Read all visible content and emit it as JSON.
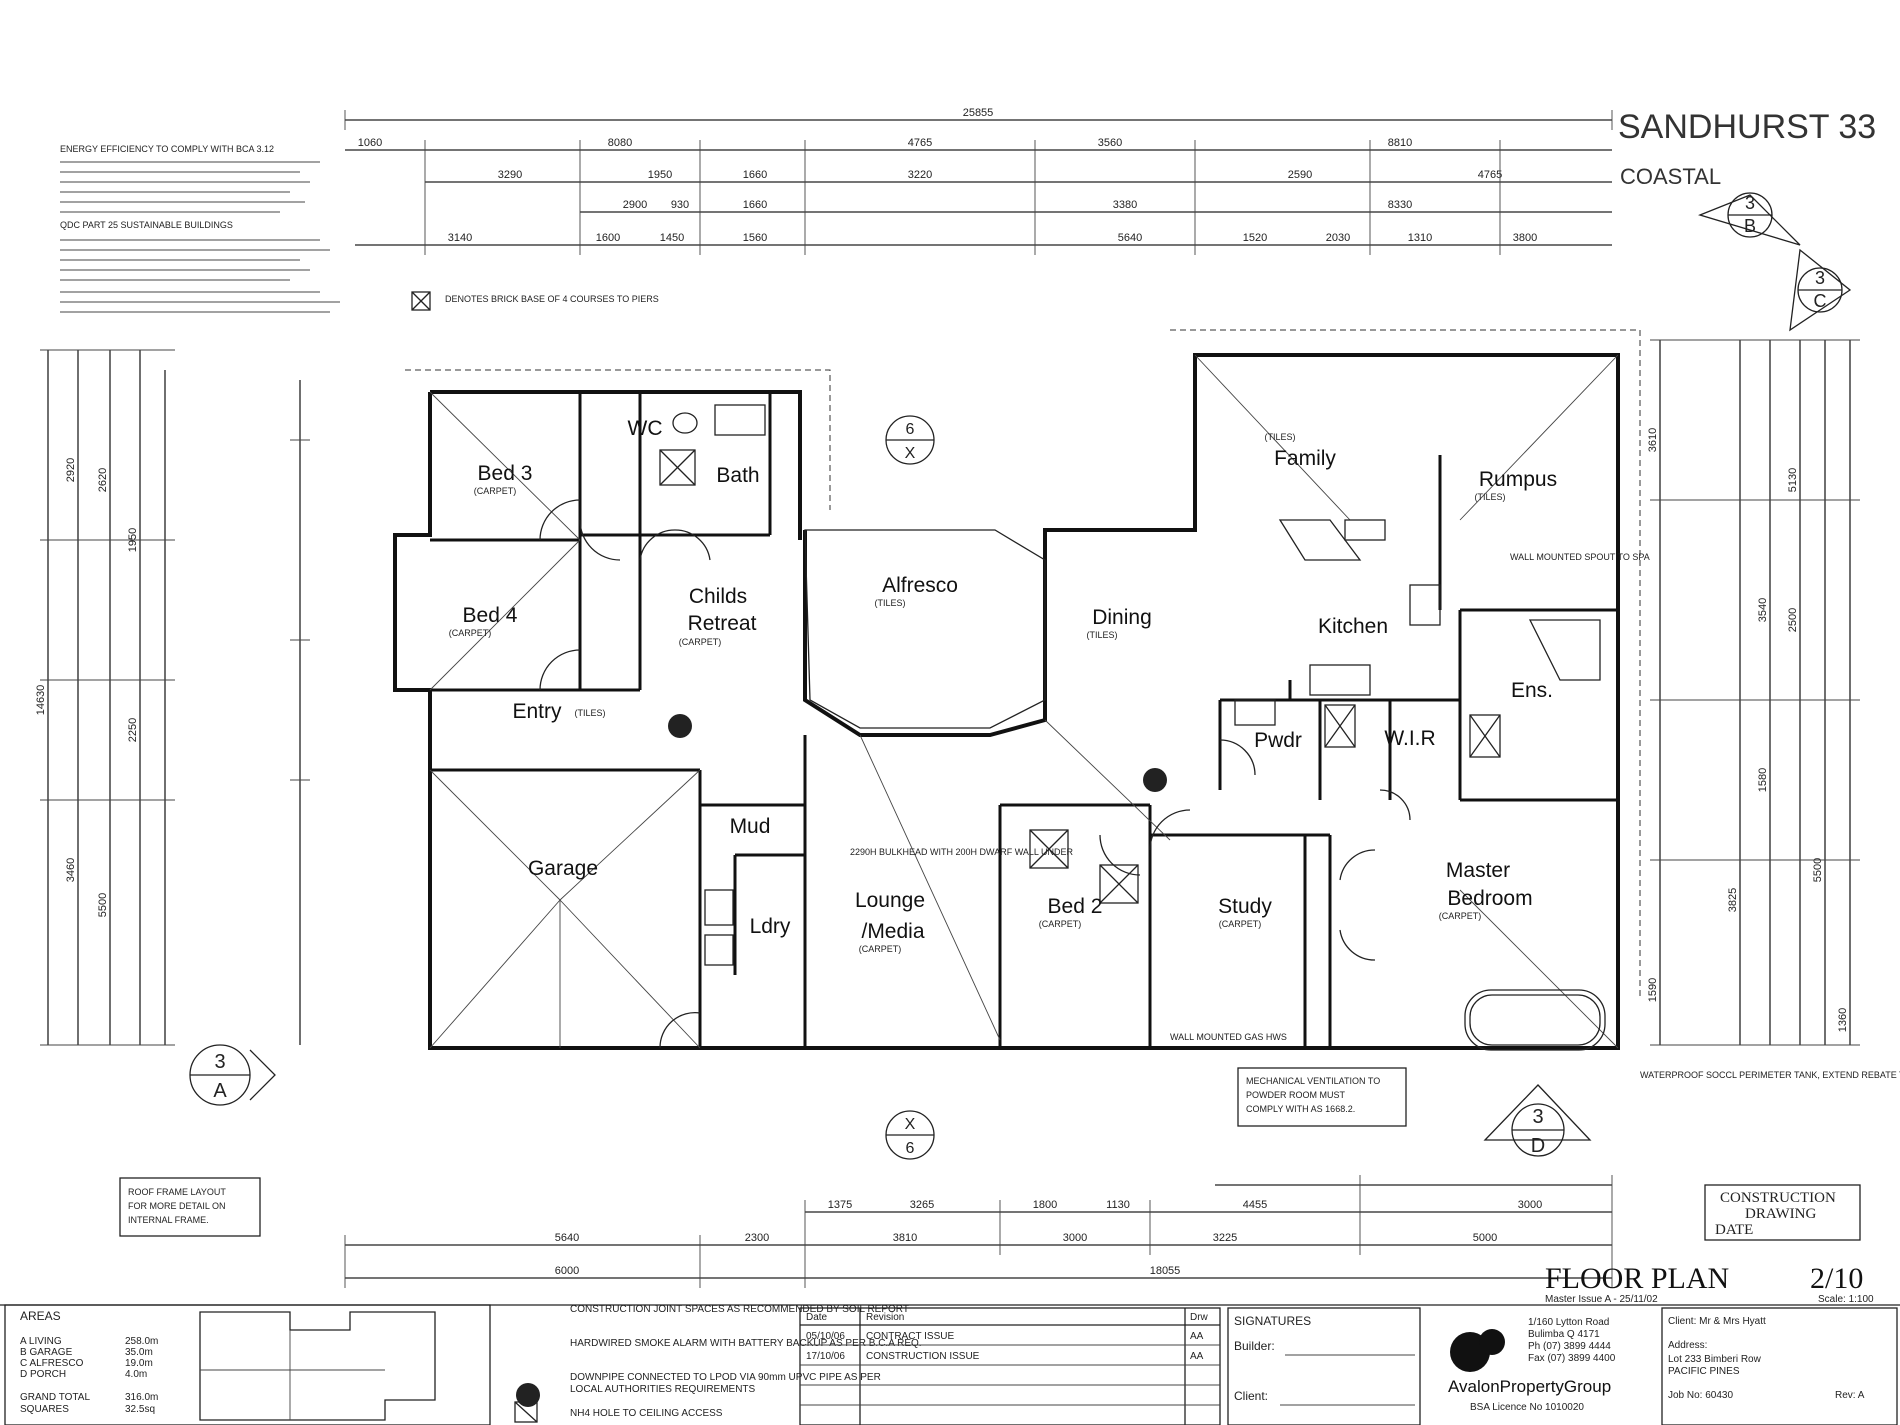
{
  "project": {
    "name": "SANDHURST 33",
    "variant": "COASTAL"
  },
  "rooms": {
    "bed3": "Bed 3",
    "wc": "WC",
    "bath": "Bath",
    "bed4": "Bed 4",
    "childs_retreat_1": "Childs",
    "childs_retreat_2": "Retreat",
    "alfresco": "Alfresco",
    "family": "Family",
    "rumpus": "Rumpus",
    "dining": "Dining",
    "kitchen": "Kitchen",
    "ens": "Ens.",
    "entry": "Entry",
    "pwdr": "Pwdr",
    "wir": "W.I.R",
    "mud": "Mud",
    "garage": "Garage",
    "ldry": "Ldry",
    "lounge_1": "Lounge",
    "lounge_2": "/Media",
    "bed2": "Bed 2",
    "study": "Study",
    "master_1": "Master",
    "master_2": "Bedroom"
  },
  "room_subs": {
    "carpet": "(CARPET)",
    "tiles": "(TILES)"
  },
  "overall_dim": "25855",
  "top_dims_row1": [
    "1060",
    "8080",
    "4765",
    "3560",
    "8810"
  ],
  "top_dims_row2": [
    "3290",
    "1950",
    "1660",
    "3220",
    "2590",
    "4765"
  ],
  "top_dims_row3": [
    "2900",
    "930",
    "1660",
    "3380",
    "8330"
  ],
  "top_dims_row4": [
    "3140",
    "1600",
    "1450",
    "1560",
    "5640",
    "1520",
    "2030",
    "1310",
    "3800"
  ],
  "bottom_dims_row1": [
    "1375",
    "3265",
    "1800",
    "1130",
    "4455",
    "3000"
  ],
  "bottom_dims_row2": [
    "5640",
    "2300",
    "3810",
    "3000",
    "3225",
    "5000"
  ],
  "bottom_dims_row3": [
    "6000",
    "18055"
  ],
  "left_dims": [
    "14630",
    "2920",
    "2620",
    "1950",
    "2250",
    "5500",
    "3460"
  ],
  "right_dims": [
    "3610",
    "5130",
    "3540",
    "2500",
    "1580",
    "3825",
    "5500",
    "1590",
    "1360"
  ],
  "section_markers": [
    {
      "num": "3",
      "letter": "B"
    },
    {
      "num": "3",
      "letter": "C"
    },
    {
      "num": "3",
      "letter": "A"
    },
    {
      "num": "3",
      "letter": "D"
    }
  ],
  "elev_markers": [
    {
      "num": "6",
      "letter": "X"
    },
    {
      "num": "X",
      "letter": "6"
    }
  ],
  "notes": {
    "energy": "ENERGY EFFICIENCY TO COMPLY WITH BCA 3.12",
    "qdc": "QDC PART 25 SUSTAINABLE BUILDINGS",
    "brick": "DENOTES BRICK BASE OF 4 COURSES TO PIERS",
    "ventilation_1": "MECHANICAL VENTILATION TO",
    "ventilation_2": "POWDER ROOM MUST",
    "ventilation_3": "COMPLY WITH AS 1668.2.",
    "roof_1": "ROOF FRAME LAYOUT",
    "roof_2": "FOR MORE DETAIL ON",
    "roof_3": "INTERNAL FRAME.",
    "wall_mounted_spout": "WALL MOUNTED SPOUT TO SPA",
    "bulkhead": "2290H BULKHEAD WITH 200H DWARF WALL UNDER",
    "wall_mounted_gas": "WALL MOUNTED GAS HWS",
    "waterproof": "WATERPROOF SOCCL PERIMETER TANK, EXTEND REBATE TO FORM TANK SLAB"
  },
  "stamp": {
    "line1": "CONSTRUCTION",
    "line2": "DRAWING",
    "line3": "DATE"
  },
  "plan_title": "FLOOR PLAN",
  "sheet": "2/10",
  "master_issue": "Master Issue A - 25/11/02",
  "scale": "Scale: 1:100",
  "areas": {
    "heading": "AREAS",
    "rows": [
      {
        "label": "A LIVING",
        "value": "258.0m"
      },
      {
        "label": "B GARAGE",
        "value": "35.0m"
      },
      {
        "label": "C ALFRESCO",
        "value": "19.0m"
      },
      {
        "label": "D PORCH",
        "value": "4.0m"
      },
      {
        "label": "GRAND TOTAL",
        "value": "316.0m"
      },
      {
        "label": "SQUARES",
        "value": "32.5sq"
      }
    ]
  },
  "legend": [
    "CONSTRUCTION JOINT SPACES AS RECOMMENDED BY SOIL REPORT",
    "HARDWIRED SMOKE ALARM WITH BATTERY BACKUP AS PER B.C.A REQ.",
    "DOWNPIPE CONNECTED TO LPOD VIA 90mm UPVC PIPE AS PER",
    "LOCAL AUTHORITIES REQUIREMENTS",
    "NH4 HOLE TO CEILING ACCESS"
  ],
  "revision": {
    "heading_date": "Date",
    "heading_rev": "Revision",
    "heading_by": "Drw",
    "rows": [
      {
        "date": "05/10/06",
        "desc": "CONTRACT ISSUE",
        "by": "AA"
      },
      {
        "date": "17/10/06",
        "desc": "CONSTRUCTION ISSUE",
        "by": "AA"
      }
    ]
  },
  "signatures": {
    "heading": "SIGNATURES",
    "builder": "Builder:",
    "client": "Client:"
  },
  "company": {
    "name": "AvalonPropertyGroup",
    "address": "1/160 Lytton Road",
    "suburb": "Bulimba Q 4171",
    "phone": "Ph (07) 3899 4444",
    "fax": "Fax (07) 3899 4400",
    "licence": "BSA Licence No 1010020"
  },
  "client": {
    "client_line": "Client: Mr & Mrs Hyatt",
    "address_label": "Address:",
    "address_1": "Lot 233 Bimberi Row",
    "address_2": "PACIFIC PINES",
    "job": "Job No: 60430",
    "rev": "Rev: A"
  }
}
